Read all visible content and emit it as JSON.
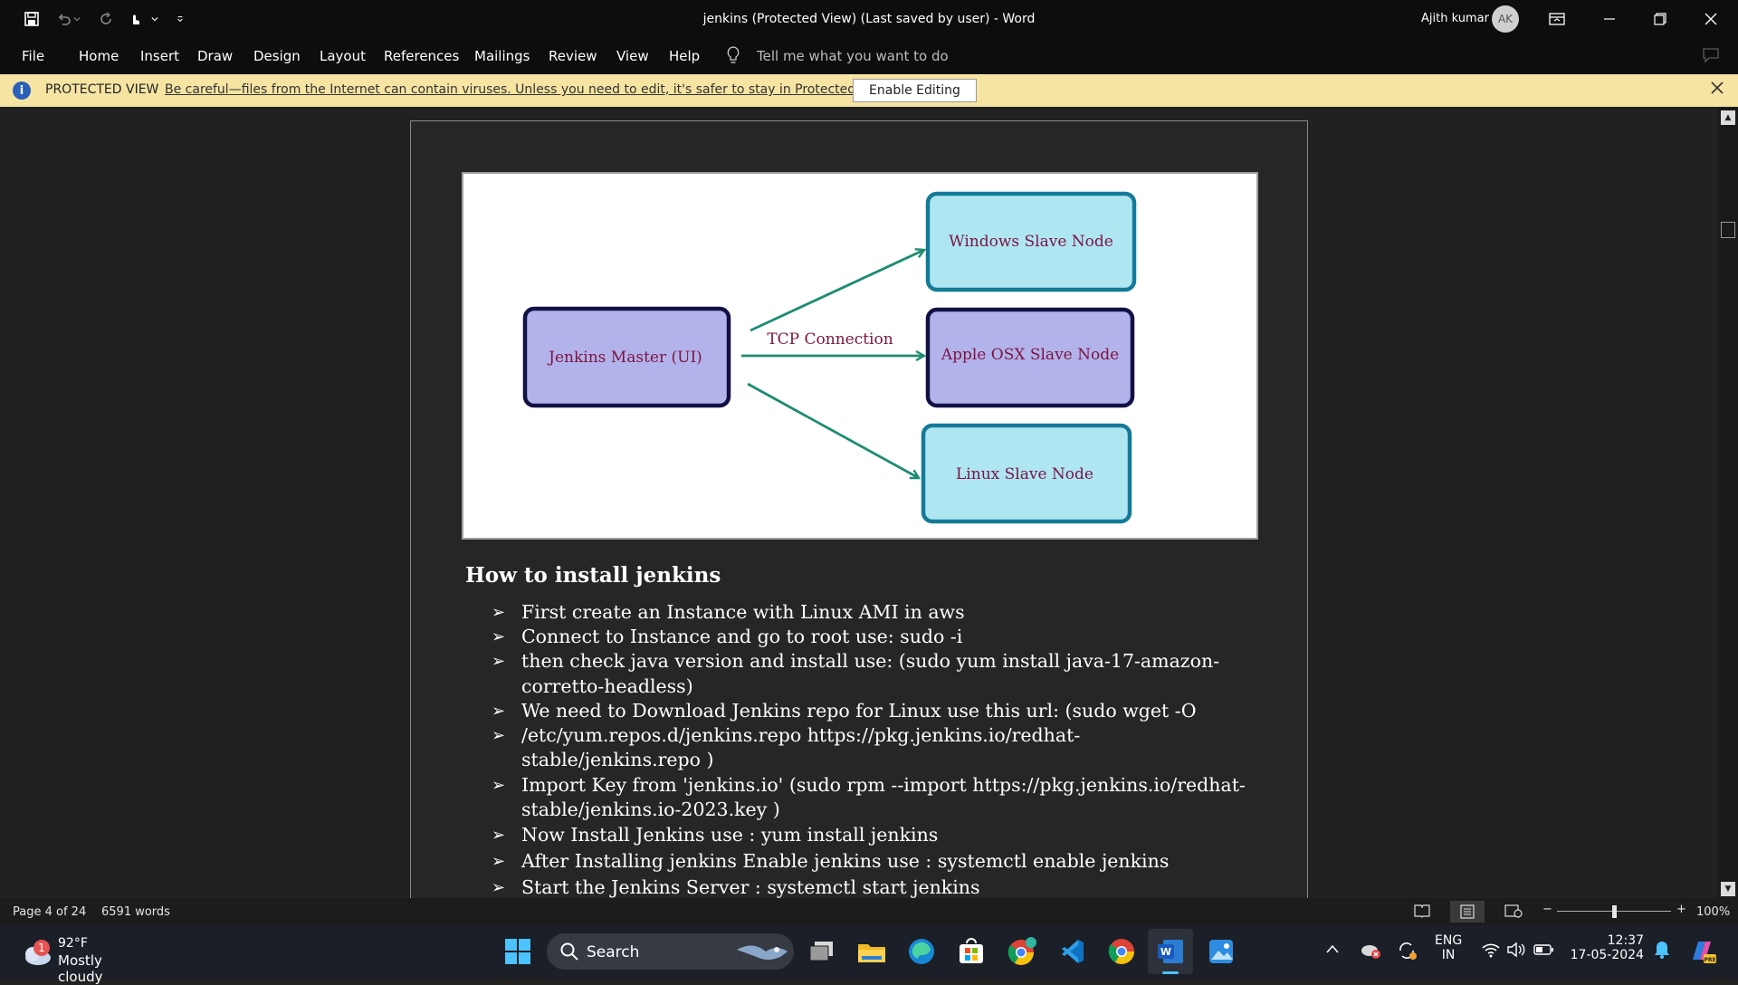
{
  "window": {
    "title": "jenkins (Protected View) (Last saved by user)  -  Word",
    "user_name": "Ajith kumar",
    "avatar_initials": "AK"
  },
  "menu": {
    "file": "File",
    "tabs": [
      "Home",
      "Insert",
      "Draw",
      "Design",
      "Layout",
      "References",
      "Mailings",
      "Review",
      "View",
      "Help"
    ],
    "tell_me": "Tell me what you want to do"
  },
  "protected_view": {
    "label": "PROTECTED VIEW",
    "message": "Be careful—files from the Internet can contain viruses. Unless you need to edit, it's safer to stay in Protected View.",
    "button": "Enable Editing",
    "info_glyph": "i"
  },
  "diagram": {
    "master": "Jenkins Master (UI)",
    "edge_label": "TCP Connection",
    "nodes": [
      "Windows Slave Node",
      "Apple OSX Slave Node",
      "Linux Slave Node"
    ],
    "colors": {
      "purple": "#b3b3ec",
      "cyan": "#aee6f2",
      "dark_border": "#121044",
      "teal_border": "#157a98",
      "text": "#7c1440",
      "arrow": "#1d8c72"
    }
  },
  "document": {
    "heading": "How to install jenkins",
    "bullet_glyph": "➢",
    "bullets": [
      [
        "First create an Instance with Linux AMI in aws"
      ],
      [
        "Connect to Instance and go to root use: sudo -i"
      ],
      [
        "then check java version and install use: (sudo yum install java-17-amazon-",
        "corretto-headless)"
      ],
      [
        "We need to Download Jenkins repo for Linux use this url: (sudo wget -O"
      ],
      [
        "/etc/yum.repos.d/jenkins.repo https://pkg.jenkins.io/redhat-",
        "stable/jenkins.repo )"
      ],
      [
        "Import Key from 'jenkins.io' (sudo rpm --import https://pkg.jenkins.io/redhat-",
        "stable/jenkins.io-2023.key )"
      ],
      [
        "Now Install Jenkins use : yum install jenkins"
      ],
      [
        "After Installing jenkins Enable jenkins use : systemctl enable jenkins"
      ],
      [
        "Start the Jenkins Server : systemctl start jenkins"
      ]
    ]
  },
  "status": {
    "page": "Page 4 of 24",
    "words": "6591 words",
    "zoom": "100%",
    "zoom_minus": "−",
    "zoom_plus": "+"
  },
  "taskbar": {
    "weather_temp": "92°F",
    "weather_desc": "Mostly cloudy",
    "weather_badge": "1",
    "search": "Search",
    "lang": "ENG",
    "region": "IN",
    "time": "12:37",
    "date": "17-05-2024"
  }
}
